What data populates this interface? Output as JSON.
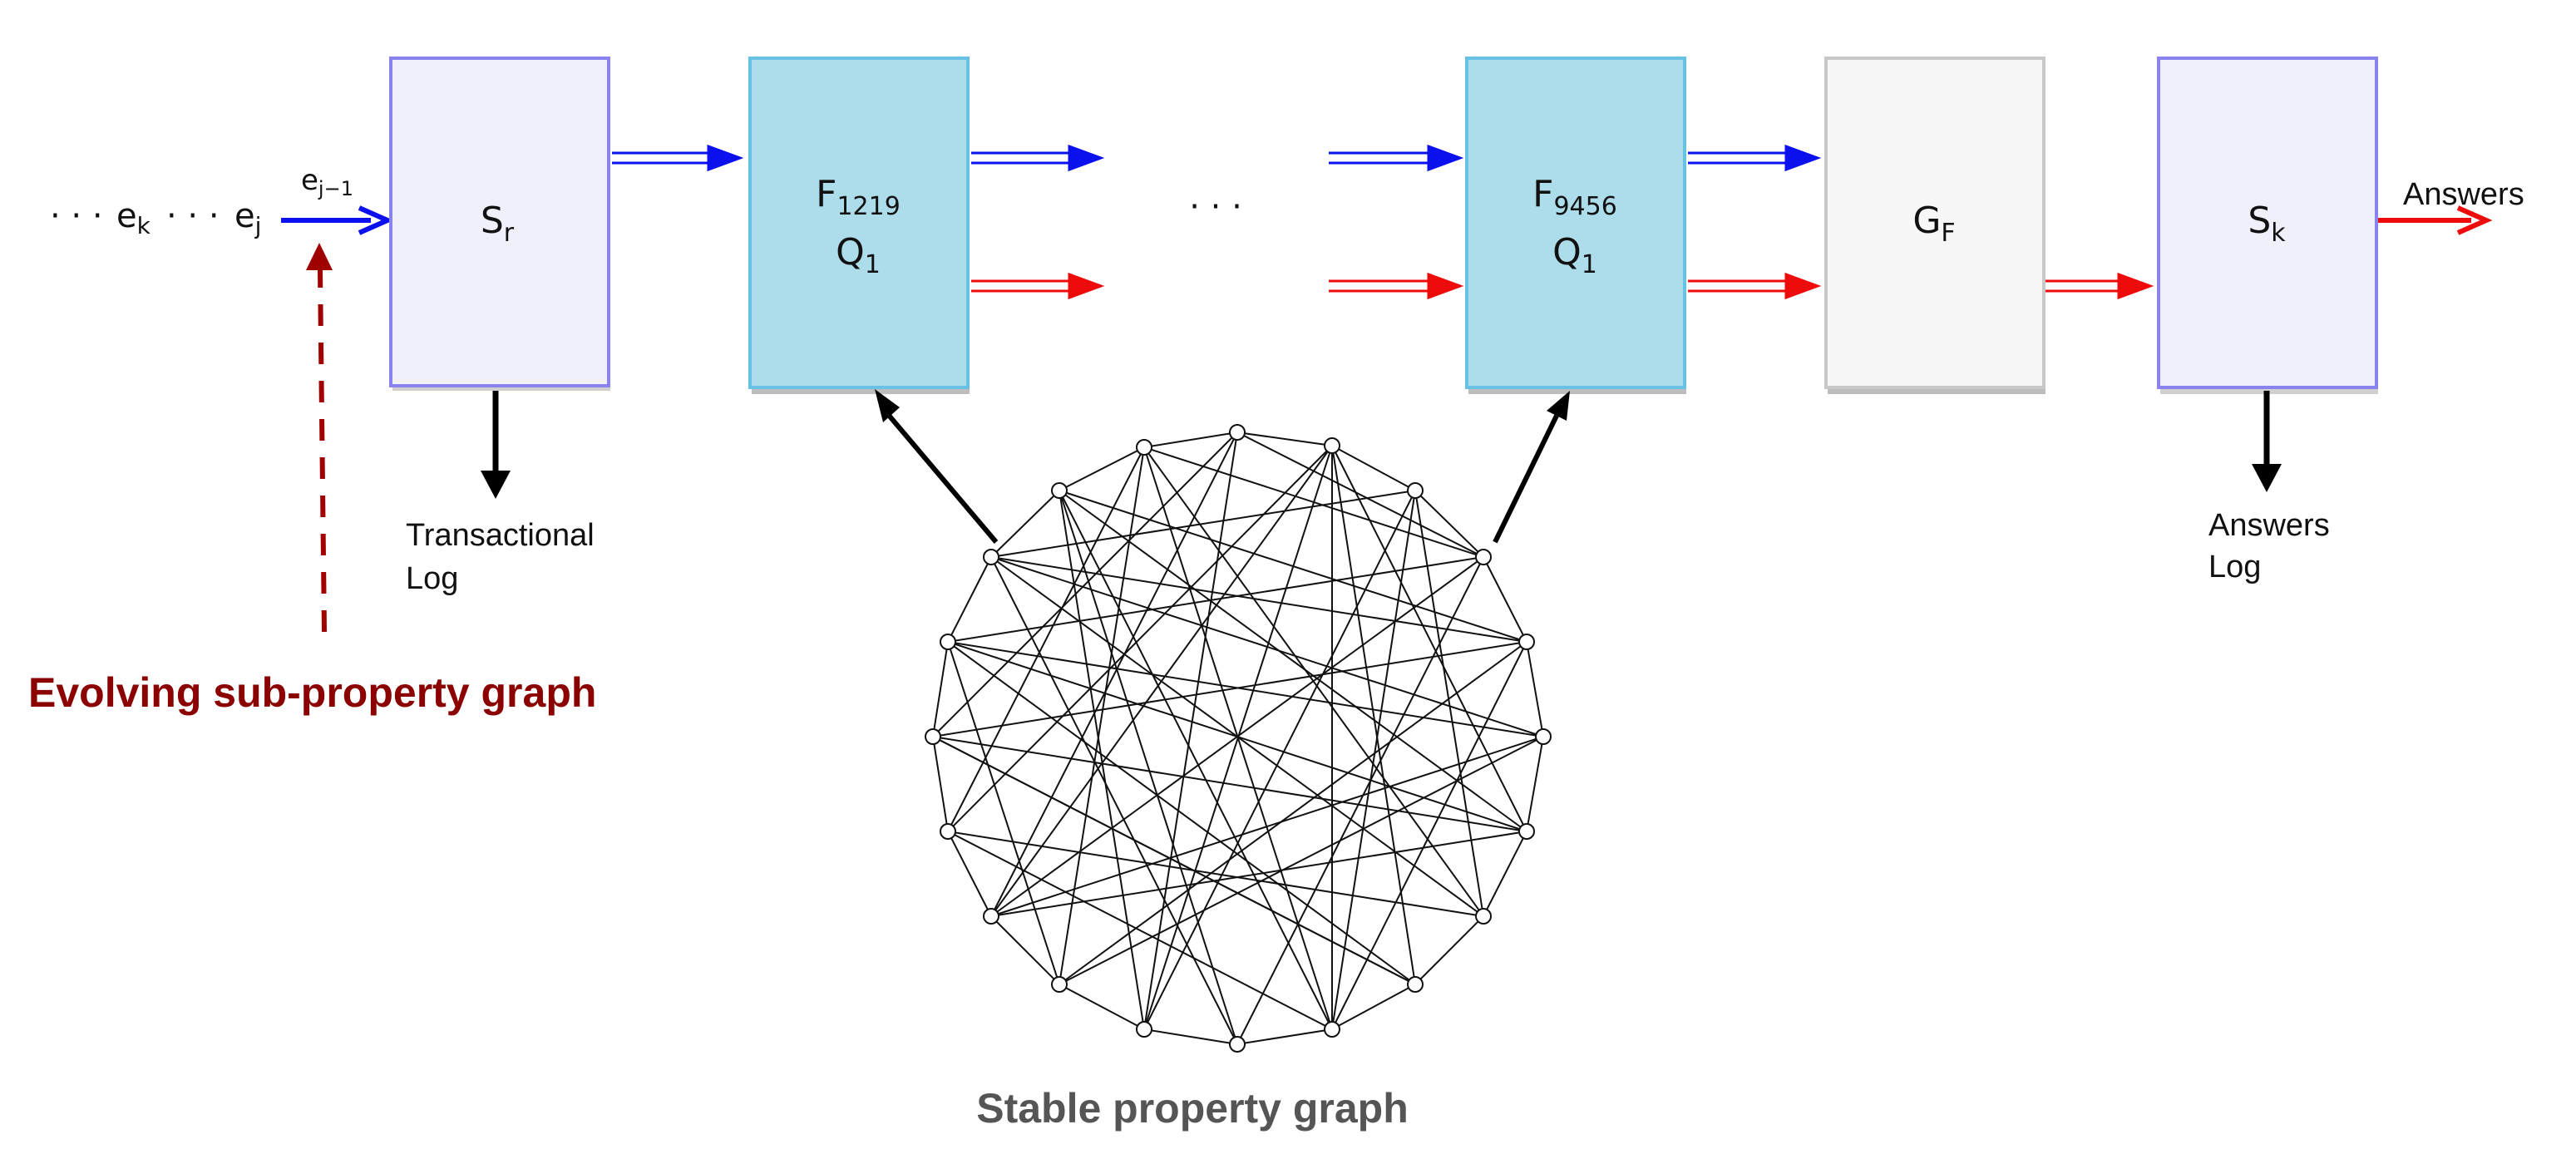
{
  "stream": {
    "ellipsis_left": "· · ·",
    "ek_base": "e",
    "ek_sub": "k",
    "ellipsis_mid": "· · ·",
    "ej_base": "e",
    "ej_sub": "j",
    "ej1_base": "e",
    "ej1_sub": "j−1"
  },
  "boxes": {
    "sr": {
      "base": "S",
      "sub": "r"
    },
    "f1219": {
      "base": "F",
      "sub": "1219",
      "line2_base": "Q",
      "line2_sub": "1"
    },
    "middle_ellipsis": "· · ·",
    "f9456": {
      "base": "F",
      "sub": "9456",
      "line2_base": "Q",
      "line2_sub": "1"
    },
    "gf": {
      "base": "G",
      "sub": "F"
    },
    "sk": {
      "base": "S",
      "sub": "k"
    }
  },
  "labels": {
    "answers": "Answers",
    "transactional_log_1": "Transactional",
    "transactional_log_2": "Log",
    "answers_log_1": "Answers",
    "answers_log_2": "Log",
    "evolving": "Evolving sub-property graph",
    "stable": "Stable property graph"
  },
  "colors": {
    "operator_box_fill": "#f0f0fb",
    "operator_box_stroke": "#8a82ef",
    "filter_box_fill": "#addcea",
    "filter_box_stroke": "#67c2e3",
    "gf_box_fill": "#f7f7f7",
    "gf_box_stroke": "#c8c8c8",
    "blue_stream": "#0a10ee",
    "red_stream": "#ee0b0b",
    "evolving_label": "#8b0000",
    "stable_label": "#555555"
  }
}
